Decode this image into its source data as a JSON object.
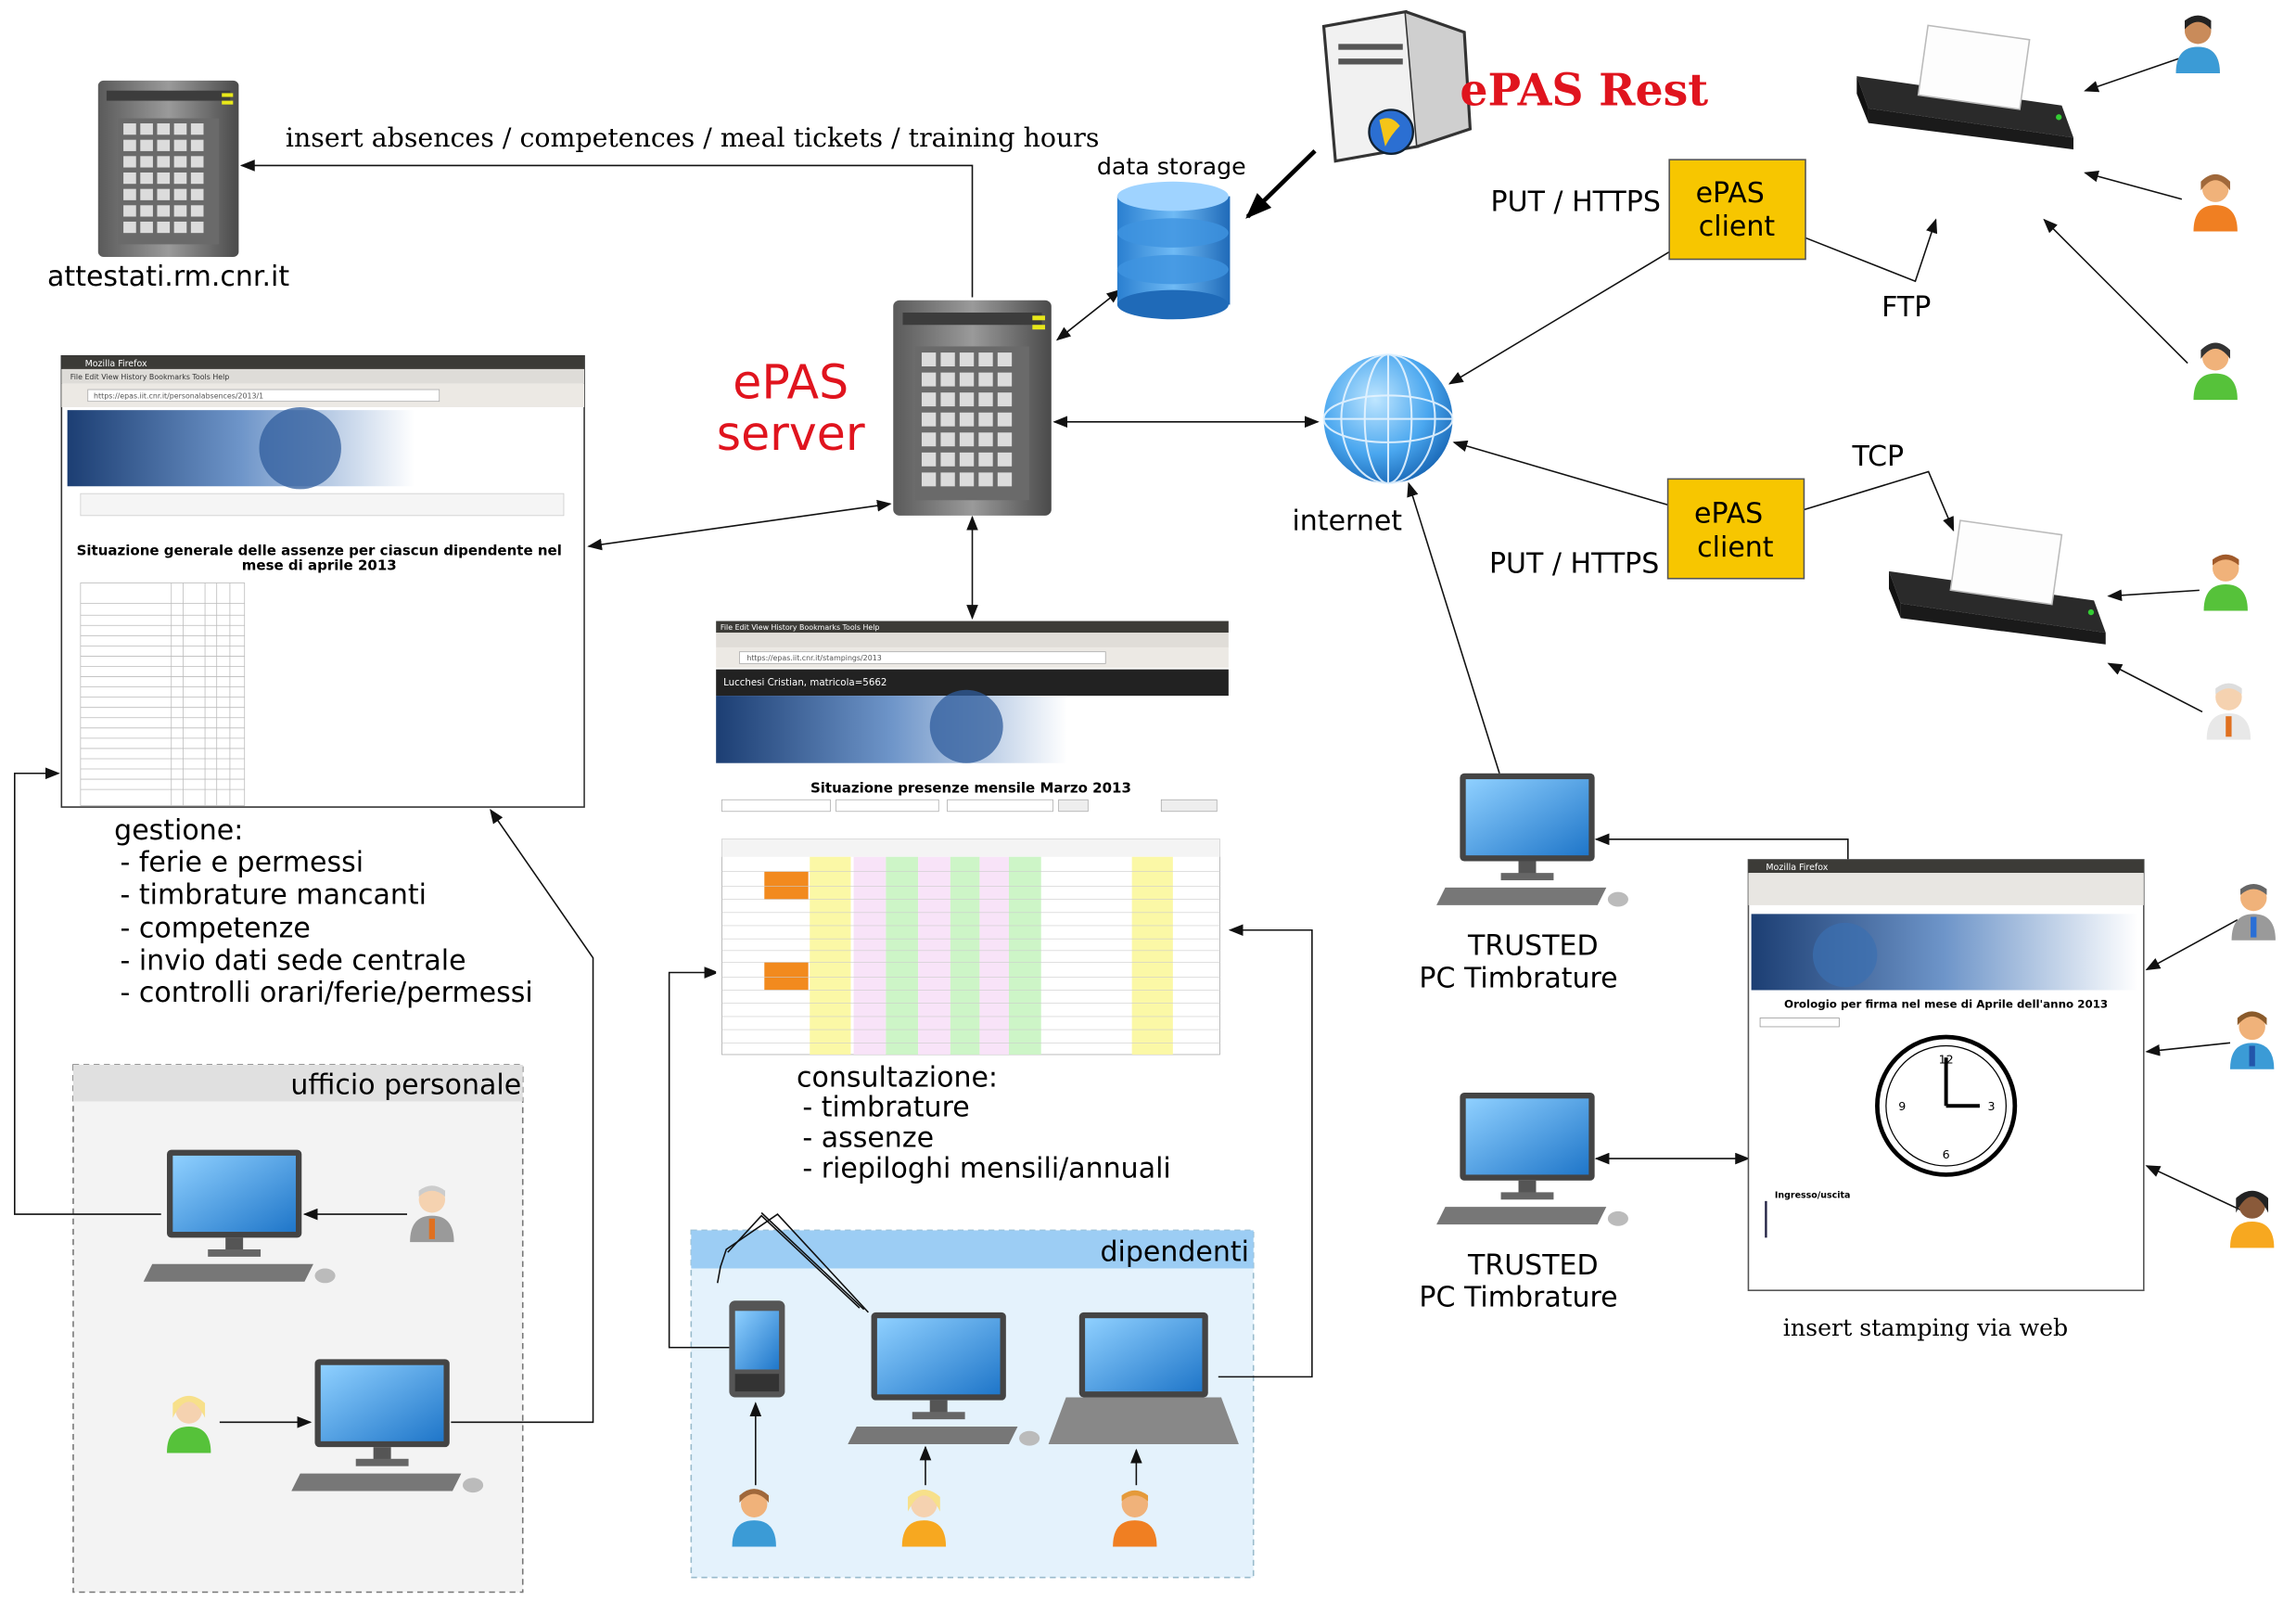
{
  "labels": {
    "attestati": "attestati.rm.cnr.it",
    "insert_arrow": "insert absences / competences / meal tickets / training hours",
    "data_storage": "data storage",
    "epas_rest": "ePAS Rest",
    "epas_server_1": "ePAS",
    "epas_server_2": "server",
    "internet": "internet",
    "ftp": "FTP",
    "tcp": "TCP",
    "put_https_top": "PUT / HTTPS",
    "put_https_bottom": "PUT / HTTPS",
    "trusted_1a": "TRUSTED",
    "trusted_1b": "PC Timbrature",
    "trusted_2a": "TRUSTED",
    "trusted_2b": "PC Timbrature",
    "insert_web": "insert stamping via web",
    "ufficio": "ufficio personale",
    "dipendenti": "dipendenti"
  },
  "clients": [
    {
      "line1": "ePAS",
      "line2": "client"
    },
    {
      "line1": "ePAS",
      "line2": "client"
    }
  ],
  "gestione": {
    "title": "gestione:",
    "items": [
      "- ferie e permessi",
      "- timbrature mancanti",
      "- competenze",
      "- invio dati sede centrale",
      "- controlli orari/ferie/permessi"
    ]
  },
  "consultazione": {
    "title": "consultazione:",
    "items": [
      "- timbrature",
      "- assenze",
      "- riepiloghi mensili/annuali"
    ]
  },
  "screen_gestione": {
    "window_title": "Mozilla Firefox",
    "menu": "File  Edit  View  History  Bookmarks  Tools  Help",
    "url": "https://epas.iit.cnr.it/personalabsences/2013/1",
    "heading_1": "Situazione generale delle assenze per ciascun dipendente nel",
    "heading_2": "mese di aprile 2013"
  },
  "screen_consultazione": {
    "menu": "File  Edit  View  History  Bookmarks  Tools  Help",
    "url": "https://epas.iit.cnr.it/stampings/2013",
    "user": "Lucchesi Cristian, matricola=5662",
    "heading": "Situazione presenze mensile Marzo 2013"
  },
  "screen_web": {
    "window_title": "Mozilla Firefox",
    "heading": "Orologio per firma nel mese di Aprile dell'anno 2013",
    "label": "Ingresso/uscita"
  },
  "colors": {
    "red": "#e0141e",
    "client_yellow": "#f7c600",
    "dipendenti_bg": "#e3f1fc",
    "dipendenti_header": "#9cccf4",
    "ufficio_bg": "#efefef"
  }
}
